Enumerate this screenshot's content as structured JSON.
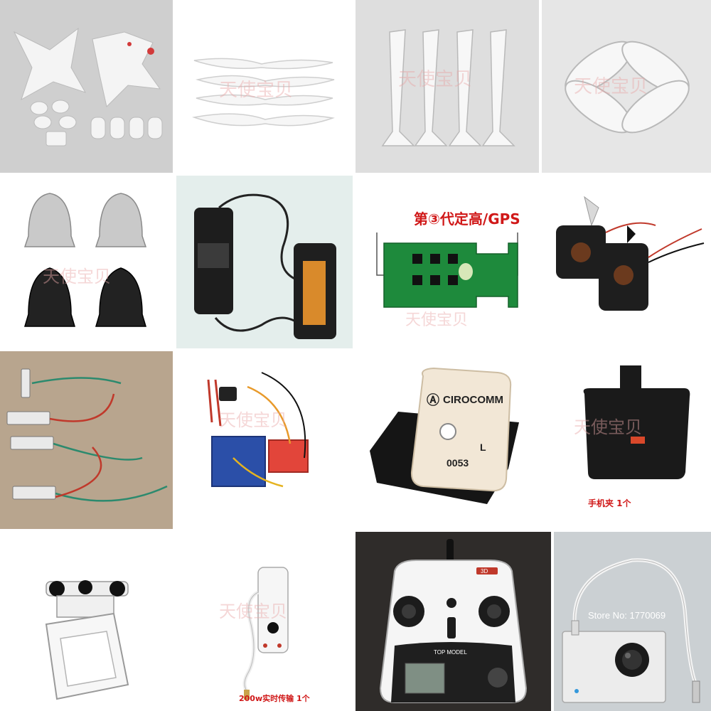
{
  "caption_gps_label": "第③代定高/GPS",
  "caption_phone_clip": "手机夹 1个",
  "caption_transmission": "200w实时传输 1个",
  "gps_brand": "CIROCOMM",
  "gps_code_letter": "L",
  "gps_code_number": "0053",
  "store_label": "Store No: 1770069",
  "controller_model": "TOP MODEL",
  "controller_badge": "3D",
  "colors": {
    "caption_red": "#d01818",
    "pcb_green": "#1e8a3c",
    "pcb_blue": "#2b4fa8"
  }
}
